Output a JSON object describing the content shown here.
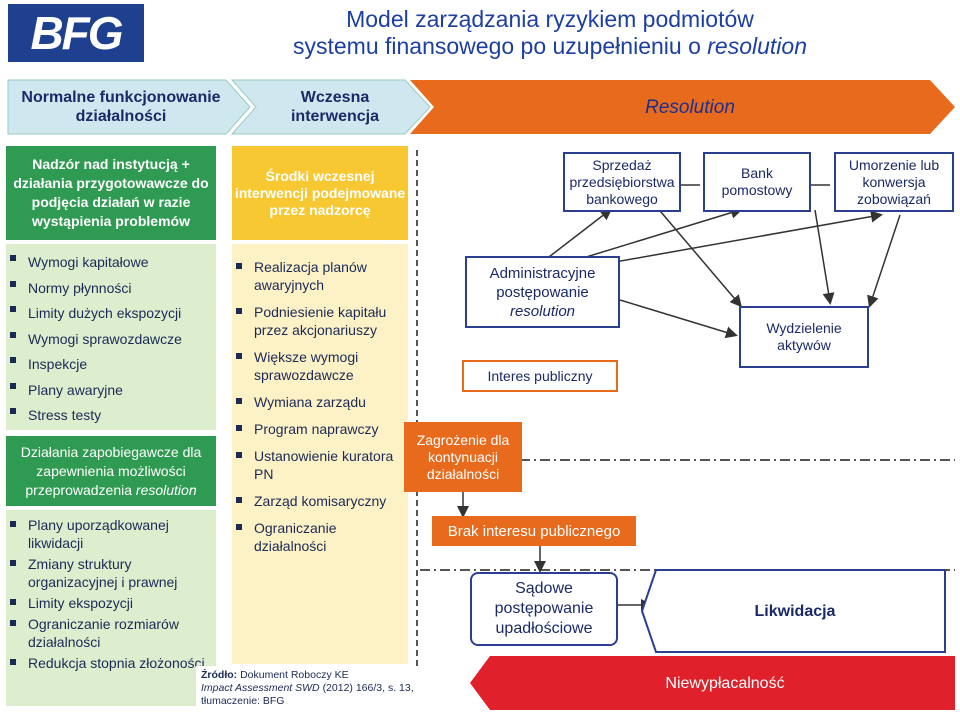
{
  "logo": {
    "text": "BFG"
  },
  "title": {
    "line1": "Model zarządzania ryzykiem podmiotów",
    "line2a": "systemu finansowego po uzupełnieniu o",
    "line2b": "resolution"
  },
  "phases": {
    "normal": "Normalne funkcjonowanie działalności",
    "early": "Wczesna interwencja",
    "resolution": "Resolution"
  },
  "left_header": "Nadzór nad instytucją + działania przygotowawcze do podjęcia działań w razie wystąpienia problemów",
  "left_items": [
    "Wymogi kapitałowe",
    "Normy płynności",
    "Limity dużych ekspozycji",
    "Wymogi sprawozdawcze",
    "Inspekcje",
    "Plany awaryjne",
    "Stress testy"
  ],
  "left_header2a": "Działania zapobiegawcze dla zapewnienia możliwości przeprowadzenia",
  "left_header2b": "resolution",
  "left_items2": [
    "Plany uporządkowanej likwidacji",
    "Zmiany struktury organizacyjnej i prawnej",
    "Limity ekspozycji",
    "Ograniczanie rozmiarów działalności",
    "Redukcja stopnia złożoności"
  ],
  "mid_header": "Środki wczesnej interwencji podejmowane przez nadzorcę",
  "mid_items": [
    "Realizacja planów awaryjnych",
    "Podniesienie kapitału przez akcjonariuszy",
    "Większe wymogi sprawozdawcze",
    "Wymiana zarządu",
    "Program naprawczy",
    "Ustanowienie kuratora PN",
    "Zarząd komisaryczny",
    "Ograniczanie działalności"
  ],
  "tools": {
    "sale": "Sprzedaż przedsiębiorstwa bankowego",
    "bridge": "Bank pomostowy",
    "bailin": "Umorzenie lub konwersja zobowiązań",
    "admin_a": "Administracyjne postępowanie",
    "admin_b": "resolution",
    "public_interest": "Interes publiczny",
    "asset_sep": "Wydzielenie aktywów",
    "threat": "Zagrożenie dla kontynuacji działalności",
    "no_public_interest": "Brak interesu publicznego",
    "court": "Sądowe postępowanie upadłościowe",
    "liquidation": "Likwidacja",
    "insolvency": "Niewypłacalność"
  },
  "source": {
    "label": "Źródło:",
    "line1": "Dokument Roboczy KE",
    "line2": "Impact Assessment SWD",
    "line2b": "(2012) 166/3, s. 13,",
    "line3": "tłumaczenie: BFG"
  },
  "colors": {
    "accent": "#e86a1c",
    "green": "#2f9a52",
    "navy": "#1c3fa0"
  }
}
